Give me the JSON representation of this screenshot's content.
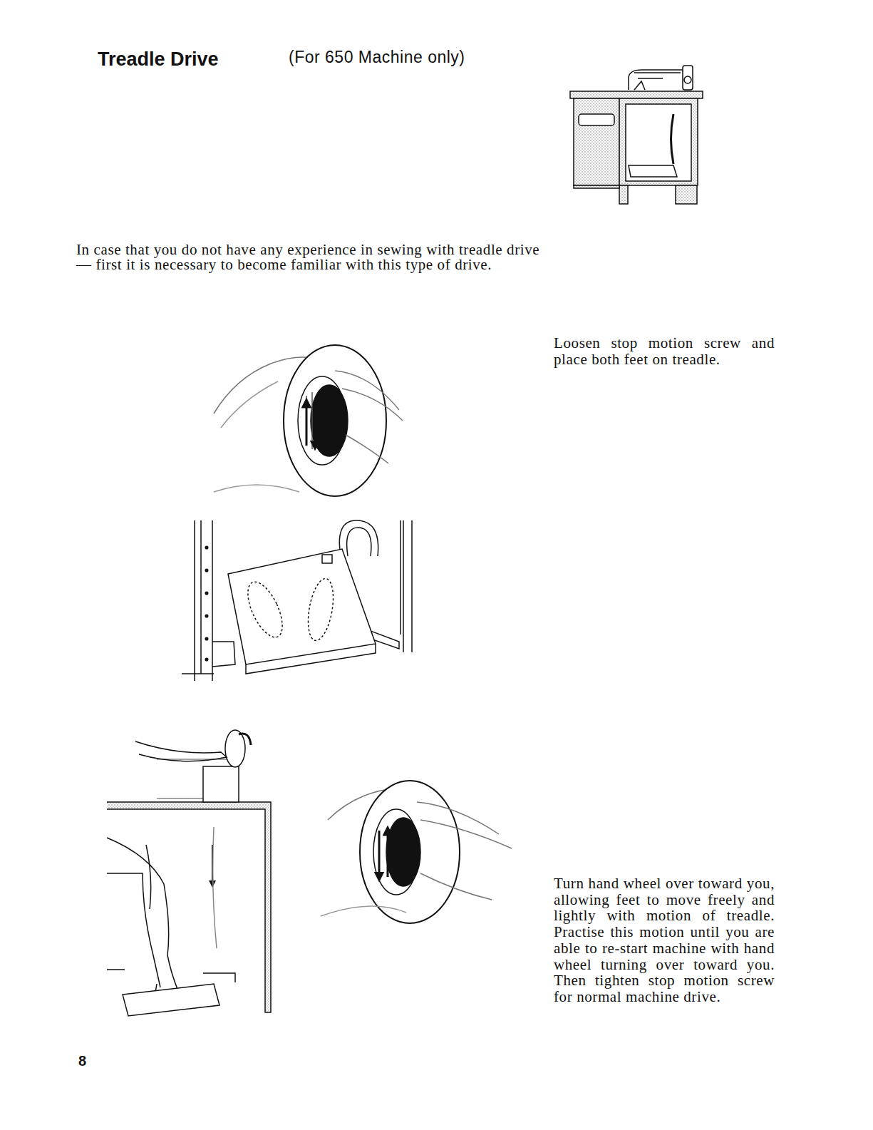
{
  "diagram": {
    "title": "Treadle Drive",
    "labels": [
      "(For 650 Machine only)",
      "In case that you do not have any experience in sewing with treadle drive — first it is necessary to become familiar with this type of drive.",
      "Loosen stop motion screw and place both feet on treadle.",
      "Turn hand wheel over toward you, allowing feet to move freely and lightly with motion of treadle. Practise this motion until you are able to re-start machine with hand wheel turning over toward you. Then tighten stop motion screw for normal machine drive.",
      "8"
    ]
  }
}
